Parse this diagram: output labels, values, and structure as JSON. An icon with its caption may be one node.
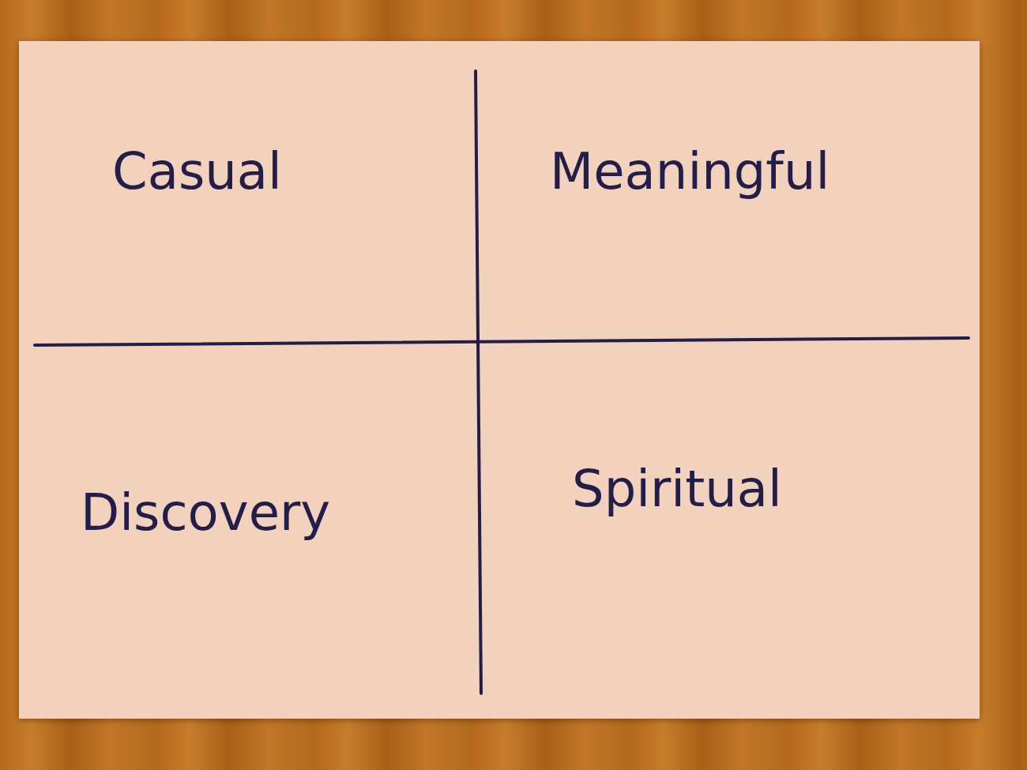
{
  "diagram": {
    "labels": [
      "Casual",
      "Meaningful",
      "Discovery",
      "Spiritual"
    ]
  }
}
